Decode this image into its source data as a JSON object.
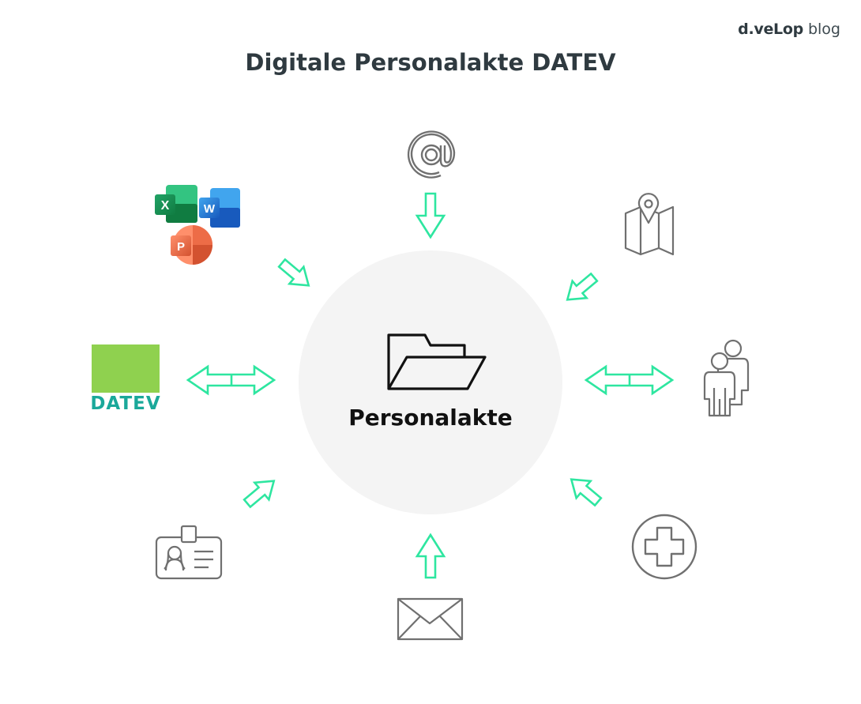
{
  "header": {
    "brand_bold": "d.veLop",
    "brand_light": "blog",
    "title": "Digitale Personalakte DATEV"
  },
  "center": {
    "label": "Personalakte",
    "icon": "folder-open-icon"
  },
  "sources": [
    {
      "name": "email",
      "icon": "at-sign-icon",
      "direction": "in"
    },
    {
      "name": "office",
      "icon": "office-apps-icon",
      "direction": "in"
    },
    {
      "name": "map",
      "icon": "map-location-icon",
      "direction": "in"
    },
    {
      "name": "datev",
      "label": "DATEV",
      "icon": "datev-logo",
      "direction": "both"
    },
    {
      "name": "people",
      "icon": "people-icon",
      "direction": "both"
    },
    {
      "name": "id-card",
      "icon": "id-badge-icon",
      "direction": "in"
    },
    {
      "name": "letter",
      "icon": "envelope-icon",
      "direction": "in"
    },
    {
      "name": "health",
      "icon": "medical-cross-icon",
      "direction": "in"
    }
  ],
  "office_letters": {
    "excel": "X",
    "word": "W",
    "powerpoint": "P"
  },
  "colors": {
    "arrow": "#2ee6a0",
    "icon_stroke": "#707070",
    "circle_fill": "#f4f4f4",
    "datev_green": "#8fd14f",
    "datev_text": "#1aa89a",
    "title": "#2f3a40"
  }
}
